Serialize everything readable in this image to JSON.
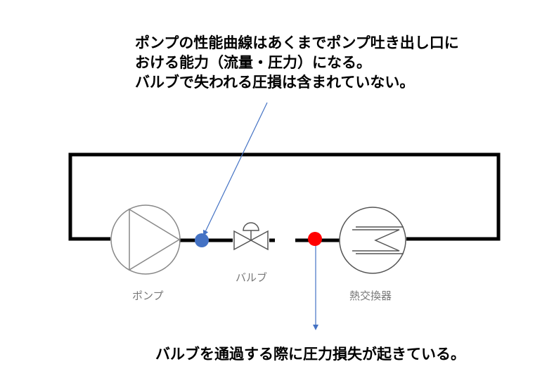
{
  "notes": {
    "top": [
      "ポンプの性能曲線はあくまでポンプ吐き出し口に",
      "おける能力（流量・圧力）になる。",
      "バルブで失われる圧損は含まれていない。"
    ],
    "bottom": "バルブを通過する際に圧力損失が起きている。"
  },
  "components": {
    "pump": "ポンプ",
    "valve": "バルブ",
    "heat_exchanger": "熱交換器"
  },
  "colors": {
    "pipe": "#000000",
    "equipment_outline": "#888888",
    "point_pump_outlet": "#4472C4",
    "point_valve_outlet": "#FF0000",
    "leader_line": "#4472C4",
    "label_text": "#777777"
  }
}
